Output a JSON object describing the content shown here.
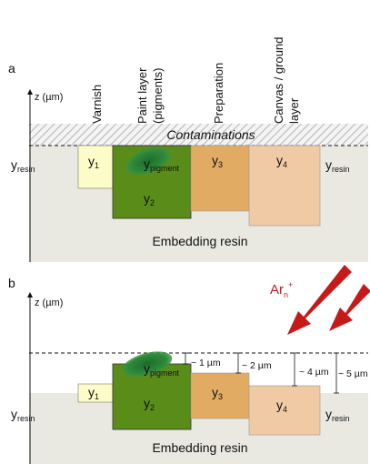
{
  "panel_a": {
    "label": "a",
    "axis_label": "z (µm)",
    "column_headers": {
      "varnish": "Varnish",
      "paint_line1": "Paint layer",
      "paint_line2": "(pigments)",
      "preparation": "Preparation",
      "canvas_line1": "Canvas / ground",
      "canvas_line2": "layer"
    },
    "contaminations": "Contaminations",
    "embedding_resin": "Embedding resin",
    "y_symbol": "y",
    "sub_resin": "resin",
    "sub_pigment": "pigment",
    "sub_1": "1",
    "sub_2": "2",
    "sub_3": "3",
    "sub_4": "4"
  },
  "panel_b": {
    "label": "b",
    "axis_label": "z (µm)",
    "ion_base": "Ar",
    "ion_sub": "n",
    "ion_sup": "+",
    "depth_1": "~ 1 µm",
    "depth_2": "~ 2 µm",
    "depth_4": "~ 4 µm",
    "depth_5": "~ 5 µm",
    "embedding_resin": "Embedding resin",
    "y_symbol": "y",
    "sub_resin": "resin",
    "sub_pigment": "pigment",
    "sub_1": "1",
    "sub_2": "2",
    "sub_3": "3",
    "sub_4": "4"
  },
  "colors": {
    "resin": "#e9e9e2",
    "varnish": "#fcfcc8",
    "paint": "#5a8c1a",
    "pigment": "#2e7d32",
    "preparation": "#e2ab64",
    "canvas": "#f0c9a5",
    "arrow": "#c61a1a"
  }
}
